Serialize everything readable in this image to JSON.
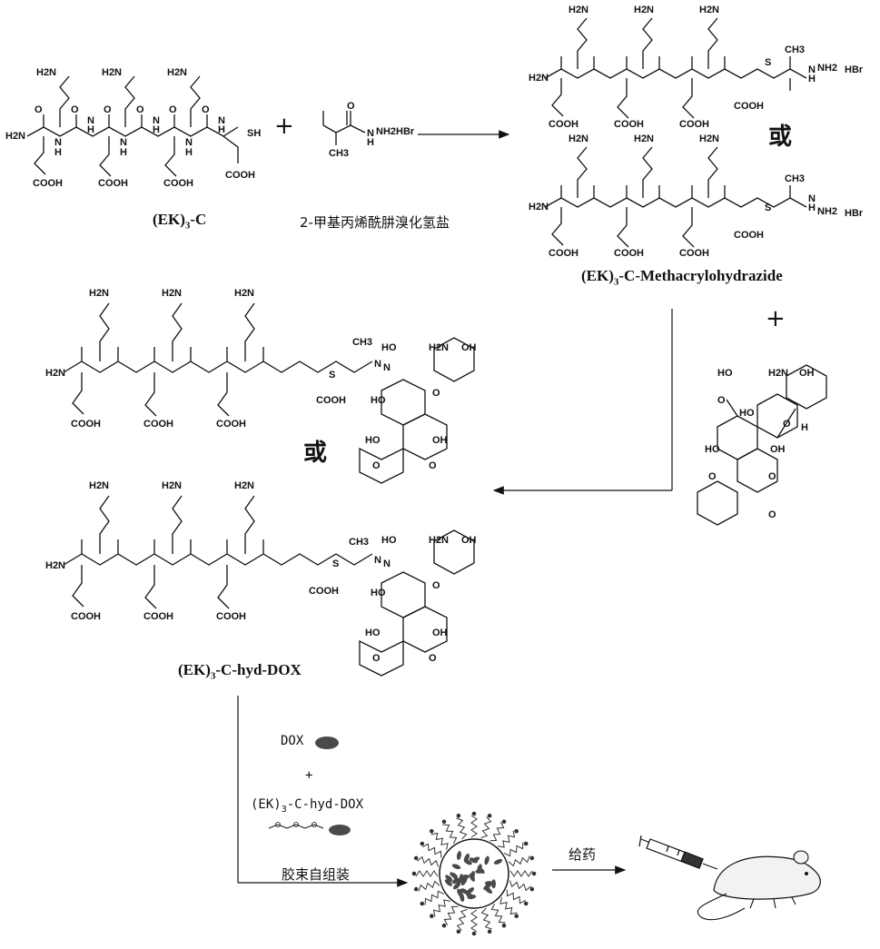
{
  "labels": {
    "peptide": "(EK)3-C",
    "reagent": "2-甲基丙烯酰肼溴化氢盐",
    "product1": "(EK)3-C-Methacrylohydrazide",
    "or_1": "或",
    "or_2": "或",
    "product2": "(EK)3-C-hyd-DOX"
  },
  "reagent_salt": "HBr",
  "plus_signs": [
    "+",
    "+",
    "+"
  ],
  "micelle": {
    "dox_label": "DOX",
    "plus": "+",
    "conjugate_label": "(EK)3-C-hyd-DOX",
    "assembly_label": "胶束自组装",
    "administration_label": "给药"
  },
  "atom_labels": [
    "H2N",
    "NH2",
    "NH",
    "HN",
    "N",
    "H",
    "O",
    "OH",
    "COOH",
    "S",
    "SH",
    "CH3",
    "HBr",
    "HO"
  ],
  "colors": {
    "ink": "#111111",
    "drug": "#4a4a4a",
    "mouse_fill": "#f2f2f2"
  }
}
